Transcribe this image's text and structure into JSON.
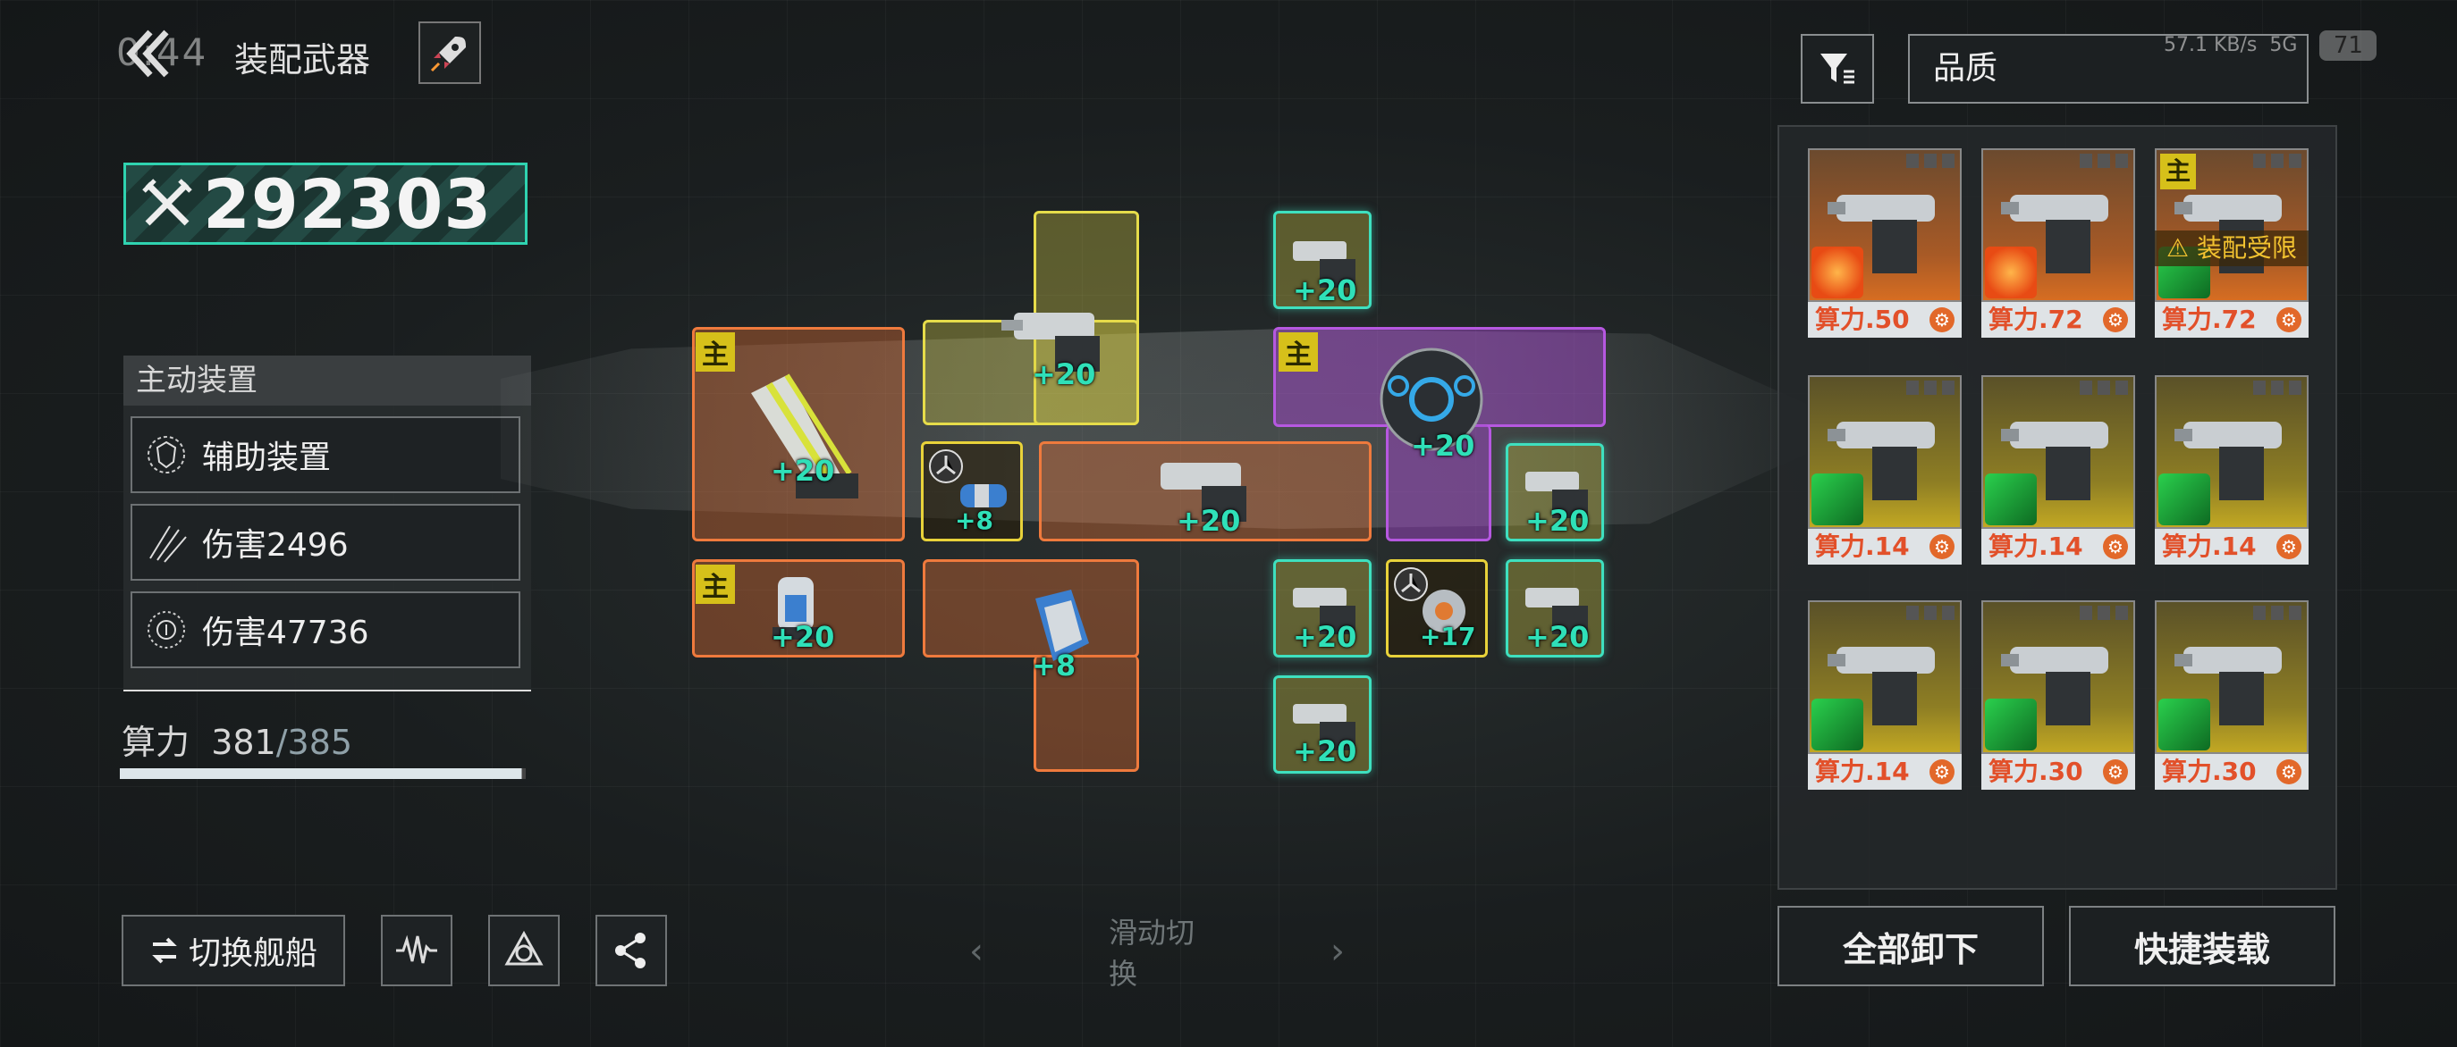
{
  "header": {
    "back_icon": "double-chevron-left-icon",
    "clock": "0:44",
    "title": "装配武器",
    "rocket_icon": "rocket-icon"
  },
  "power": {
    "icon": "crossed-swords-icon",
    "value": "292303"
  },
  "active_panel": {
    "header": "主动装置",
    "rows": [
      {
        "icon": "shield-emblem-icon",
        "label": "辅助装置"
      },
      {
        "icon": "claw-strike-icon",
        "label": "伤害2496"
      },
      {
        "icon": "radial-target-icon",
        "label": "伤害47736"
      }
    ]
  },
  "compute": {
    "label": "算力",
    "current": "381",
    "max": "/385",
    "fraction": 0.9896
  },
  "bottom_buttons": {
    "switch_ship": "切换舰船",
    "swap_icon": "swap-arrows-icon",
    "waveform_icon": "waveform-icon",
    "triangle_icon": "triangle-nodes-icon",
    "share_icon": "share-icon"
  },
  "swipe_hint": "滑动切换",
  "ship": {
    "main_tag": "主",
    "bonuses": [
      "+20",
      "+20",
      "+20",
      "+8",
      "+20",
      "+20",
      "+20",
      "+20",
      "+8",
      "+20",
      "+17",
      "+20",
      "+20"
    ]
  },
  "right": {
    "filter_icon": "filter-icon",
    "quality_label": "品质",
    "status_speed": "57.1 KB/s",
    "status_net": "5G",
    "battery": "71",
    "cards": [
      {
        "color": "orange",
        "elem": "fire",
        "cost": "算力.50"
      },
      {
        "color": "orange",
        "elem": "fire",
        "cost": "算力.72"
      },
      {
        "color": "orange",
        "elem": "green",
        "cost": "算力.72",
        "tag": "主",
        "restrict": "装配受限"
      },
      {
        "color": "yellow",
        "elem": "green",
        "cost": "算力.14"
      },
      {
        "color": "yellow",
        "elem": "green",
        "cost": "算力.14"
      },
      {
        "color": "yellow",
        "elem": "green",
        "cost": "算力.14"
      },
      {
        "color": "yellow",
        "elem": "green",
        "cost": "算力.14"
      },
      {
        "color": "yellow",
        "elem": "green",
        "cost": "算力.30"
      },
      {
        "color": "yellow",
        "elem": "green",
        "cost": "算力.30"
      }
    ],
    "unload_all": "全部卸下",
    "quick_load": "快捷装载"
  }
}
